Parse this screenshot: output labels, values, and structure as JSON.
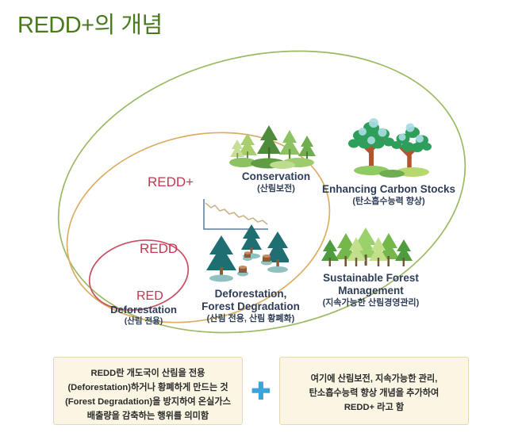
{
  "page": {
    "title": "REDD+의 개념",
    "title_color": "#4a7a1e",
    "background": "#ffffff"
  },
  "diagram": {
    "type": "nested-venn-ellipses",
    "ellipses": [
      {
        "name": "REDD+",
        "label": "REDD+",
        "stroke": "#9cba63",
        "level": 1
      },
      {
        "name": "REDD",
        "label": "REDD",
        "stroke": "#dcae63",
        "level": 2
      },
      {
        "name": "RED",
        "label": "RED",
        "stroke": "#c94f63",
        "level": 3
      }
    ],
    "label_color": "#c0394e",
    "captions": {
      "red": {
        "en": "Deforestation",
        "ko": "(산림 전용)"
      },
      "deforestation": {
        "en_line1": "Deforestation,",
        "en_line2": "Forest Degradation",
        "ko": "(산림 전용, 산림 황폐화)"
      },
      "conservation": {
        "en": "Conservation",
        "ko": "(산림보전)"
      },
      "carbon_stocks": {
        "en": "Enhancing Carbon Stocks",
        "ko": "(탄소흡수능력 향상)"
      },
      "sustainable_forest": {
        "en_line1": "Sustainable Forest",
        "en_line2": "Management",
        "ko": "(지속가능한 산림경영관리)"
      }
    },
    "illustrations": [
      {
        "name": "conservation-forest-illustration",
        "desc": "dense broadleaf forest"
      },
      {
        "name": "carbon-stocks-trees-illustration",
        "desc": "two trees absorbing CO2"
      },
      {
        "name": "sustainable-forest-illustration",
        "desc": "managed conifer stand"
      },
      {
        "name": "deforestation-illustration",
        "desc": "declining chart with conifers and stumps"
      }
    ],
    "caption_text_color": "#2f3d57"
  },
  "notes": {
    "left": {
      "lines": [
        "REDD란 개도국이 산림을 전용",
        "(Deforestation)하거나 황폐하게 만드는 것",
        "(Forest Degradation)을 방지하여 온실가스",
        "배출량을 감축하는 행위를 의미함"
      ]
    },
    "connector": {
      "symbol": "✚",
      "color": "#3da3dd"
    },
    "right": {
      "lines": [
        "여기에 산림보전, 지속가능한 관리,",
        "탄소흡수능력 향상 개념을 추가하여",
        "REDD+ 라고 함"
      ]
    },
    "box_background": "#fbf6e3",
    "box_border": "#e6d9ae"
  }
}
